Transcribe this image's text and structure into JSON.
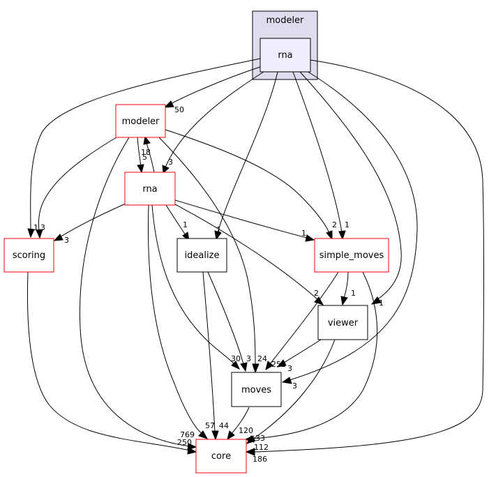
{
  "cluster": {
    "label": "modeler"
  },
  "nodes": {
    "rna_top": "rna",
    "modeler": "modeler",
    "rna": "rna",
    "scoring": "scoring",
    "idealize": "idealize",
    "simple_moves": "simple_moves",
    "viewer": "viewer",
    "moves": "moves",
    "core": "core"
  },
  "edge_labels": {
    "rna_top_modeler": "50",
    "rna_top_rna": "3",
    "rna_top_scoring": "1",
    "rna_top_idealize": "1",
    "rna_top_simple_moves": "1",
    "rna_top_viewer": "1",
    "rna_top_moves": "3",
    "rna_top_core": "186",
    "modeler_rna": "5",
    "rna_modeler": "18",
    "modeler_scoring": "3",
    "modeler_simple_moves": "2",
    "modeler_moves": "24",
    "modeler_core": "250",
    "rna_scoring": "3",
    "rna_idealize": "1",
    "rna_simple_moves": "1",
    "rna_viewer": "2",
    "rna_moves": "30",
    "rna_core": "57",
    "scoring_core": "769",
    "idealize_moves": "3",
    "idealize_core": "44",
    "simple_moves_viewer": "1",
    "simple_moves_moves": "252",
    "simple_moves_core": "33",
    "viewer_moves": "3",
    "viewer_core": "112",
    "moves_core": "120"
  },
  "colors": {
    "cluster_fill": "#ddddee",
    "cluster_border": "#000000",
    "focus_fill": "#eeeeff",
    "red_border": "#ff0000",
    "black_border": "#000000",
    "node_fill": "#ffffff"
  }
}
